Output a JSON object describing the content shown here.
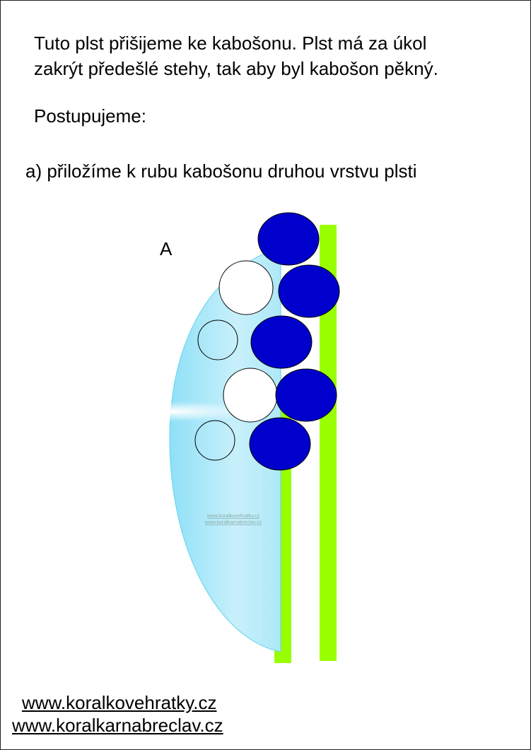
{
  "intro": {
    "line1": "Tuto plst přišijeme ke kabošonu. Plst má za úkol",
    "line2": "zakrýt předešlé stehy, tak aby byl kabošon pěkný."
  },
  "procedure_heading": "Postupujeme:",
  "step_a": "a) přiložíme k rubu kabošonu druhou vrstvu plsti",
  "figure": {
    "label": "A",
    "watermark_line1": "www.koralkovehratky.cz",
    "watermark_line2": "www.koralkarnabreclav.cz",
    "colors": {
      "bead_blue": "#0000cc",
      "felt_green": "#99ff00",
      "cabochon": "#7fdcf5"
    }
  },
  "footer": {
    "link1": "www.koralkovehratky.cz",
    "link2": "www.koralkarnabreclav.cz"
  }
}
